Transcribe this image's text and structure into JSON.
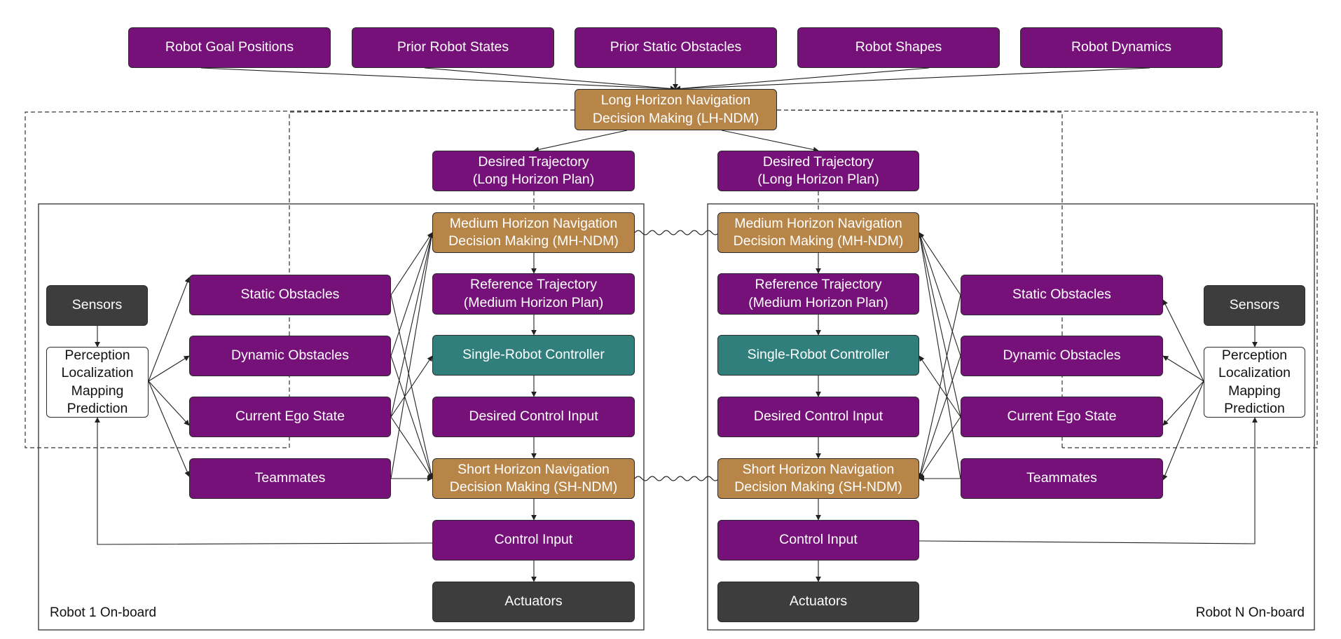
{
  "inputs": {
    "goal_positions": "Robot Goal Positions",
    "prior_states": "Prior Robot States",
    "prior_obstacles": "Prior Static Obstacles",
    "shapes": "Robot Shapes",
    "dynamics": "Robot Dynamics"
  },
  "lh_ndm": "Long Horizon Navigation\nDecision Making (LH-NDM)",
  "robot1": {
    "label": "Robot 1 On-board",
    "desired_trajectory": "Desired Trajectory\n(Long Horizon Plan)",
    "mh_ndm": "Medium Horizon Navigation\nDecision Making (MH-NDM)",
    "reference_trajectory": "Reference Trajectory\n(Medium Horizon Plan)",
    "controller": "Single-Robot Controller",
    "desired_input": "Desired Control Input",
    "sh_ndm": "Short Horizon Navigation\nDecision Making (SH-NDM)",
    "control_input": "Control Input",
    "actuators": "Actuators",
    "sensors": "Sensors",
    "perception": "Perception\nLocalization\nMapping\nPrediction",
    "static_obstacles": "Static Obstacles",
    "dynamic_obstacles": "Dynamic Obstacles",
    "ego_state": "Current Ego State",
    "teammates": "Teammates"
  },
  "robotN": {
    "label": "Robot N On-board",
    "desired_trajectory": "Desired Trajectory\n(Long Horizon Plan)",
    "mh_ndm": "Medium Horizon Navigation\nDecision Making (MH-NDM)",
    "reference_trajectory": "Reference Trajectory\n(Medium Horizon Plan)",
    "controller": "Single-Robot Controller",
    "desired_input": "Desired Control Input",
    "sh_ndm": "Short Horizon Navigation\nDecision Making (SH-NDM)",
    "control_input": "Control Input",
    "actuators": "Actuators",
    "sensors": "Sensors",
    "perception": "Perception\nLocalization\nMapping\nPrediction",
    "static_obstacles": "Static Obstacles",
    "dynamic_obstacles": "Dynamic Obstacles",
    "ego_state": "Current Ego State",
    "teammates": "Teammates"
  },
  "colors": {
    "input_purple": "#76117a",
    "decision_orange": "#b88548",
    "controller_teal": "#317f7c",
    "hardware_dark": "#3d3d3d"
  }
}
